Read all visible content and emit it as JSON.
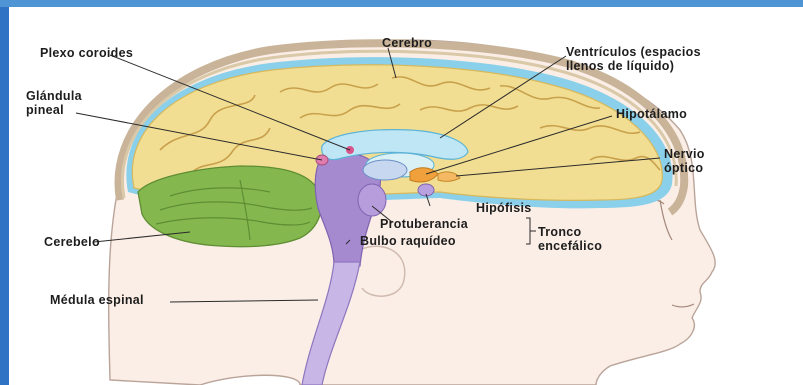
{
  "colors": {
    "top_bar": "#4f95d6",
    "side_bar": "#2f74c4",
    "brain": "#f1de92",
    "cerebellum": "#84b84f",
    "brainstem": "#a58ad0",
    "csf": "#8ad0ea",
    "skin": "#fbeee6",
    "label_text": "#1d1d1d"
  },
  "labels": {
    "cerebro": "Cerebro",
    "plexo_coroides": "Plexo coroides",
    "ventriculos_1": "Ventrículos (espacios",
    "ventriculos_2": "llenos de líquido)",
    "glandula_1": "Glándula",
    "glandula_2": "pineal",
    "hipotalamo": "Hipotálamo",
    "nervio_1": "Nervio",
    "nervio_2": "óptico",
    "hipofisis": "Hipófisis",
    "protuberancia": "Protuberancia",
    "tronco_1": "Tronco",
    "tronco_2": "encefálico",
    "cerebelo": "Cerebelo",
    "bulbo": "Bulbo raquídeo",
    "medula": "Médula espinal"
  }
}
